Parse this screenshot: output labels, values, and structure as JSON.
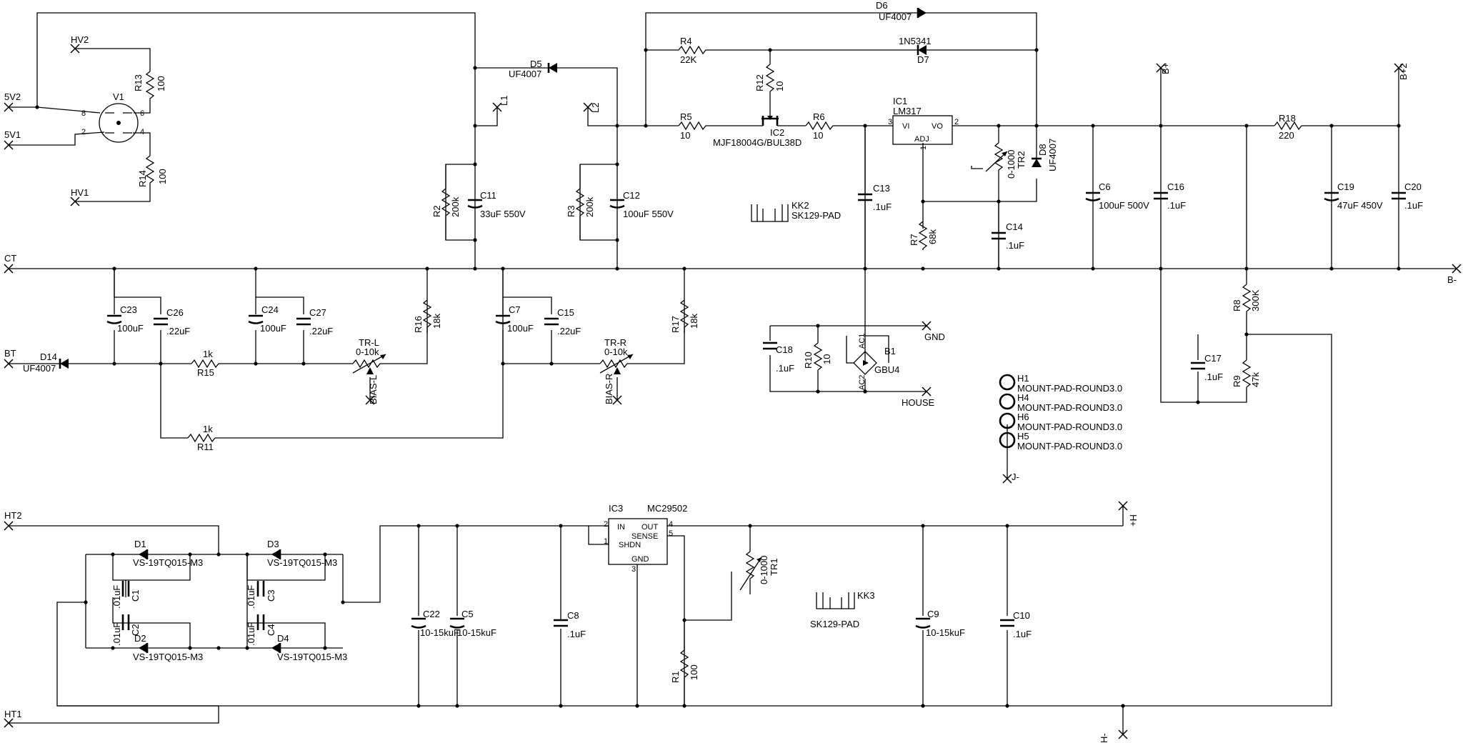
{
  "ports": {
    "v5v2": "5V2",
    "v5v1": "5V1",
    "hv2": "HV2",
    "hv1": "HV1",
    "ct": "CT",
    "bt": "BT",
    "ht2": "HT2",
    "ht1": "HT1",
    "bminus": "B-",
    "bplus": "B+",
    "bplus2": "B+2",
    "gnd": "GND",
    "house": "HOUSE",
    "jminus": "J-",
    "l1": "L1",
    "l2": "L2",
    "hplus": "H+",
    "hminus": "H-",
    "bias_l": "BIAS-L",
    "bias_r": "BIAS-R"
  },
  "v1": {
    "ref": "V1",
    "pin8": "8",
    "pin2": "2",
    "pin6": "6",
    "pin4": "4"
  },
  "ic1": {
    "ref": "IC1",
    "part": "LM317",
    "vi": "VI",
    "vo": "VO",
    "adj": "ADJ",
    "p3": "3",
    "p2": "2",
    "p1": "1"
  },
  "ic2": {
    "ref": "IC2",
    "part": "MJF18004G/BUL38D"
  },
  "ic3": {
    "ref": "IC3",
    "part": "MC29502",
    "in": "IN",
    "out": "OUT",
    "sense": "SENSE",
    "shdn": "SHDN",
    "gnd": "GND",
    "p2": "2",
    "p1": "1",
    "p4": "4",
    "p5": "5",
    "p3": "3"
  },
  "kk2": {
    "ref": "KK2",
    "part": "SK129-PAD"
  },
  "kk3": {
    "ref": "KK3",
    "part": "SK129-PAD"
  },
  "b1": {
    "ref": "B1",
    "part": "GBU4",
    "ac1": "AC1",
    "ac2": "AC2"
  },
  "mounts": [
    {
      "ref": "H1",
      "part": "MOUNT-PAD-ROUND3.0"
    },
    {
      "ref": "H4",
      "part": "MOUNT-PAD-ROUND3.0"
    },
    {
      "ref": "H6",
      "part": "MOUNT-PAD-ROUND3.0"
    },
    {
      "ref": "H5",
      "part": "MOUNT-PAD-ROUND3.0"
    }
  ],
  "resistors": {
    "r13": {
      "ref": "R13",
      "val": "100"
    },
    "r14": {
      "ref": "R14",
      "val": "100"
    },
    "r2": {
      "ref": "R2",
      "val": "200k"
    },
    "r3": {
      "ref": "R3",
      "val": "200k"
    },
    "r4": {
      "ref": "R4",
      "val": "22K"
    },
    "r5": {
      "ref": "R5",
      "val": "10"
    },
    "r6": {
      "ref": "R6",
      "val": "10"
    },
    "r12": {
      "ref": "R12",
      "val": "10"
    },
    "r7": {
      "ref": "R7",
      "val": "68k"
    },
    "r18": {
      "ref": "R18",
      "val": "220"
    },
    "r8": {
      "ref": "R8",
      "val": "300K"
    },
    "r9": {
      "ref": "R9",
      "val": "47k"
    },
    "r16": {
      "ref": "R16",
      "val": "18k"
    },
    "r17": {
      "ref": "R17",
      "val": "18k"
    },
    "r15": {
      "ref": "R15",
      "val": "1k"
    },
    "r11": {
      "ref": "R11",
      "val": "1k"
    },
    "r10": {
      "ref": "R10",
      "val": "10"
    },
    "r1": {
      "ref": "R1",
      "val": "100"
    }
  },
  "pots": {
    "trl": {
      "ref": "TR-L",
      "val": "0-10k"
    },
    "trr": {
      "ref": "TR-R",
      "val": "0-10k"
    },
    "tr2": {
      "ref": "TR2",
      "val": "0-1000"
    },
    "tr1": {
      "ref": "TR1",
      "val": "0-1000"
    }
  },
  "caps": {
    "c11": {
      "ref": "C11",
      "val": "33uF 550V"
    },
    "c12": {
      "ref": "C12",
      "val": "100uF 550V"
    },
    "c13": {
      "ref": "C13",
      "val": ".1uF"
    },
    "c14": {
      "ref": "C14",
      "val": ".1uF"
    },
    "c6": {
      "ref": "C6",
      "val": "100uF 500V"
    },
    "c16": {
      "ref": "C16",
      "val": ".1uF"
    },
    "c19": {
      "ref": "C19",
      "val": "47uF 450V"
    },
    "c20": {
      "ref": "C20",
      "val": ".1uF"
    },
    "c23": {
      "ref": "C23",
      "val": "100uF"
    },
    "c26": {
      "ref": "C26",
      "val": ".22uF"
    },
    "c24": {
      "ref": "C24",
      "val": "100uF"
    },
    "c27": {
      "ref": "C27",
      "val": ".22uF"
    },
    "c7": {
      "ref": "C7",
      "val": "100uF"
    },
    "c15": {
      "ref": "C15",
      "val": ".22uF"
    },
    "c18": {
      "ref": "C18",
      "val": ".1uF"
    },
    "c17": {
      "ref": "C17",
      "val": ".1uF"
    },
    "c1": {
      "ref": "C1",
      "val": ".01uF"
    },
    "c2": {
      "ref": "C2",
      "val": ".01uF"
    },
    "c3": {
      "ref": "C3",
      "val": ".01uF"
    },
    "c4": {
      "ref": "C4",
      "val": ".01uF"
    },
    "c22": {
      "ref": "C22",
      "val": "10-15kuF"
    },
    "c5": {
      "ref": "C5",
      "val": "10-15kuF"
    },
    "c8": {
      "ref": "C8",
      "val": ".1uF"
    },
    "c9": {
      "ref": "C9",
      "val": "10-15kuF"
    },
    "c10": {
      "ref": "C10",
      "val": ".1uF"
    }
  },
  "diodes": {
    "d5": {
      "ref": "D5",
      "val": "UF4007"
    },
    "d6": {
      "ref": "D6",
      "val": "UF4007"
    },
    "d7": {
      "ref": "D7",
      "val": "1N5341"
    },
    "d8": {
      "ref": "D8",
      "val": "UF4007"
    },
    "d14": {
      "ref": "D14",
      "val": "UF4007"
    },
    "d1": {
      "ref": "D1",
      "val": "VS-19TQ015-M3"
    },
    "d2": {
      "ref": "D2",
      "val": "VS-19TQ015-M3"
    },
    "d3": {
      "ref": "D3",
      "val": "VS-19TQ015-M3"
    },
    "d4": {
      "ref": "D4",
      "val": "VS-19TQ015-M3"
    }
  }
}
